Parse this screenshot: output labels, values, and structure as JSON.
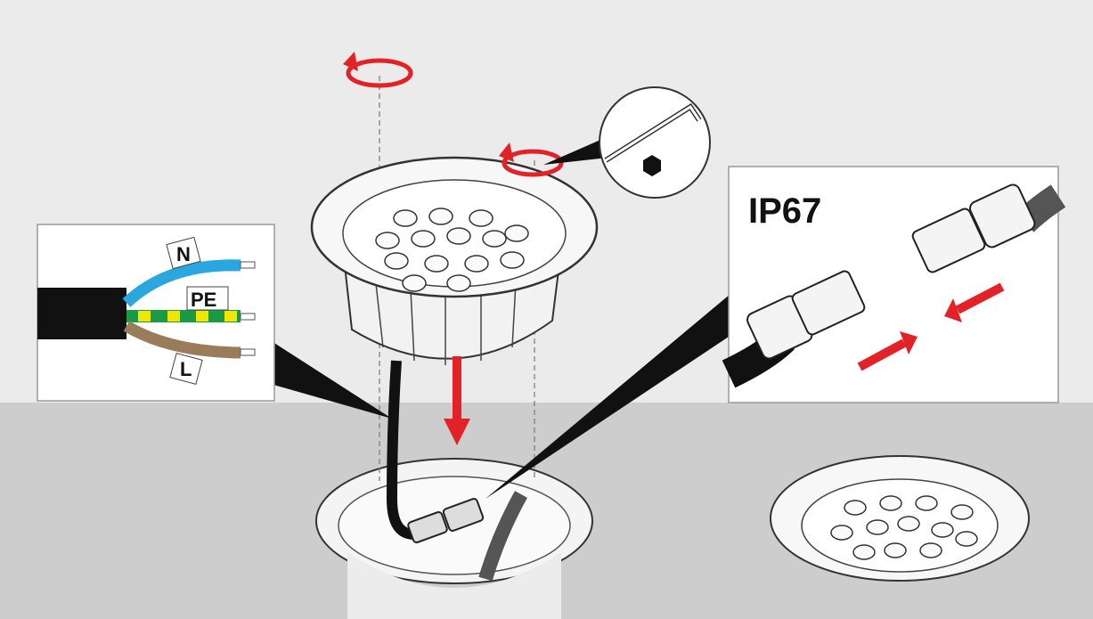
{
  "wiring": {
    "neutral_label": "N",
    "earth_label": "PE",
    "live_label": "L",
    "colors": {
      "neutral": "#2aa7df",
      "earth_green": "#1a9a45",
      "earth_yellow": "#f2e600",
      "live": "#9a7b5a",
      "cable": "#111111"
    }
  },
  "connector": {
    "rating_label": "IP67"
  },
  "colors": {
    "arrow": "#e32227",
    "background": "#ebebeb",
    "ground": "#cdcdcd"
  }
}
